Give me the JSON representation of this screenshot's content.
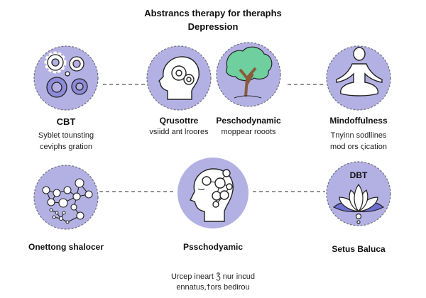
{
  "title": {
    "line1": "Abstrancs therapy for theraphs",
    "line2": "Depression"
  },
  "colors": {
    "circle_fill": "#b3b1e3",
    "circle_border": "#6f6f80",
    "connector": "#555555",
    "tree_leaves": "#6fcf9e",
    "tree_trunk": "#8a5a3a",
    "accent_blue": "#6f6fd0"
  },
  "nodes": [
    {
      "id": "cbt",
      "icon": "gears-icon",
      "label": "CBT",
      "desc": [
        "Syblet tounsting",
        "ceviphs  gration"
      ]
    },
    {
      "id": "qrusottre",
      "icon": "head-gears-icon",
      "label": "Qrusottre",
      "desc": [
        "vsiidd ant lroores"
      ]
    },
    {
      "id": "peschodynamic",
      "icon": "tree-icon",
      "label": "Peschodynamic",
      "desc": [
        "moppear rooots"
      ]
    },
    {
      "id": "mindfulness",
      "icon": "meditation-icon",
      "label": "Mindoffulness",
      "desc": [
        "Tnyinn sodllines",
        "mod ors ςication"
      ]
    },
    {
      "id": "onettong",
      "icon": "network-icon",
      "label": "Onettong shalocer",
      "desc": []
    },
    {
      "id": "center",
      "icon": "head-network-icon",
      "label": "Psschodyamic",
      "desc": []
    },
    {
      "id": "dbt",
      "icon": "lotus-icon",
      "label": "Setus Baluca",
      "badge": "DBT",
      "desc": []
    }
  ],
  "footer": {
    "line1": "Urcep ineart Ǯ nur incud",
    "line2": "ennatus,†ors bedirou"
  }
}
